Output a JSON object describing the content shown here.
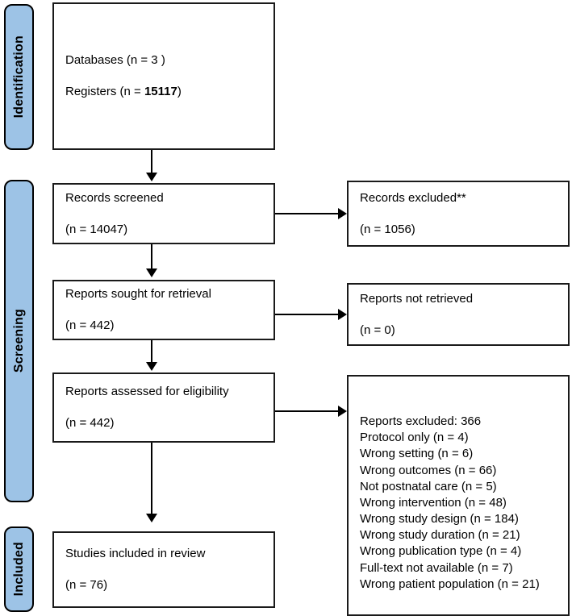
{
  "diagram": {
    "type": "prisma-flow-diagram",
    "colors": {
      "phase_bar_fill": "#9DC3E6",
      "box_border": "#1a1a1a",
      "connector": "#000000",
      "background": "#ffffff"
    }
  },
  "phases": [
    {
      "id": "identification",
      "label": "Identification"
    },
    {
      "id": "screening",
      "label": "Screening"
    },
    {
      "id": "included",
      "label": "Included"
    }
  ],
  "boxes": {
    "identification_sources": {
      "line1": "Databases (n = 3 )",
      "line2_prefix": "Registers (n = ",
      "line2_value": "15117",
      "line2_suffix": ")"
    },
    "records_screened": {
      "line1": "Records screened",
      "line2": "(n = 14047)"
    },
    "records_excluded": {
      "line1": "Records excluded**",
      "line2": "(n = 1056)"
    },
    "reports_sought": {
      "line1": "Reports sought for retrieval",
      "line2": "(n = 442)"
    },
    "reports_not_retrieved": {
      "line1": "Reports not retrieved",
      "line2": "(n = 0)"
    },
    "reports_assessed": {
      "line1": "Reports assessed for eligibility",
      "line2": "(n = 442)"
    },
    "reports_excluded": {
      "heading": "Reports excluded: 366",
      "reasons": [
        "Protocol only (n = 4)",
        "Wrong setting (n = 6)",
        "Wrong outcomes (n = 66)",
        "Not postnatal care (n = 5)",
        "Wrong intervention (n = 48)",
        "Wrong study design (n = 184)",
        "Wrong study duration (n = 21)",
        "Wrong publication type (n = 4)",
        "Full-text not available (n = 7)",
        "Wrong patient population (n = 21)"
      ],
      "text": "Reports excluded: 366\nProtocol only (n = 4)\nWrong setting (n = 6)\nWrong outcomes (n = 66)\nNot postnatal care (n = 5)\nWrong intervention (n = 48)\nWrong study design (n = 184)\nWrong study duration (n = 21)\nWrong publication type (n = 4)\nFull-text not available (n = 7)\nWrong patient population (n = 21)"
    },
    "studies_included": {
      "line1": "Studies included in review",
      "line2": "(n = 76)"
    }
  }
}
